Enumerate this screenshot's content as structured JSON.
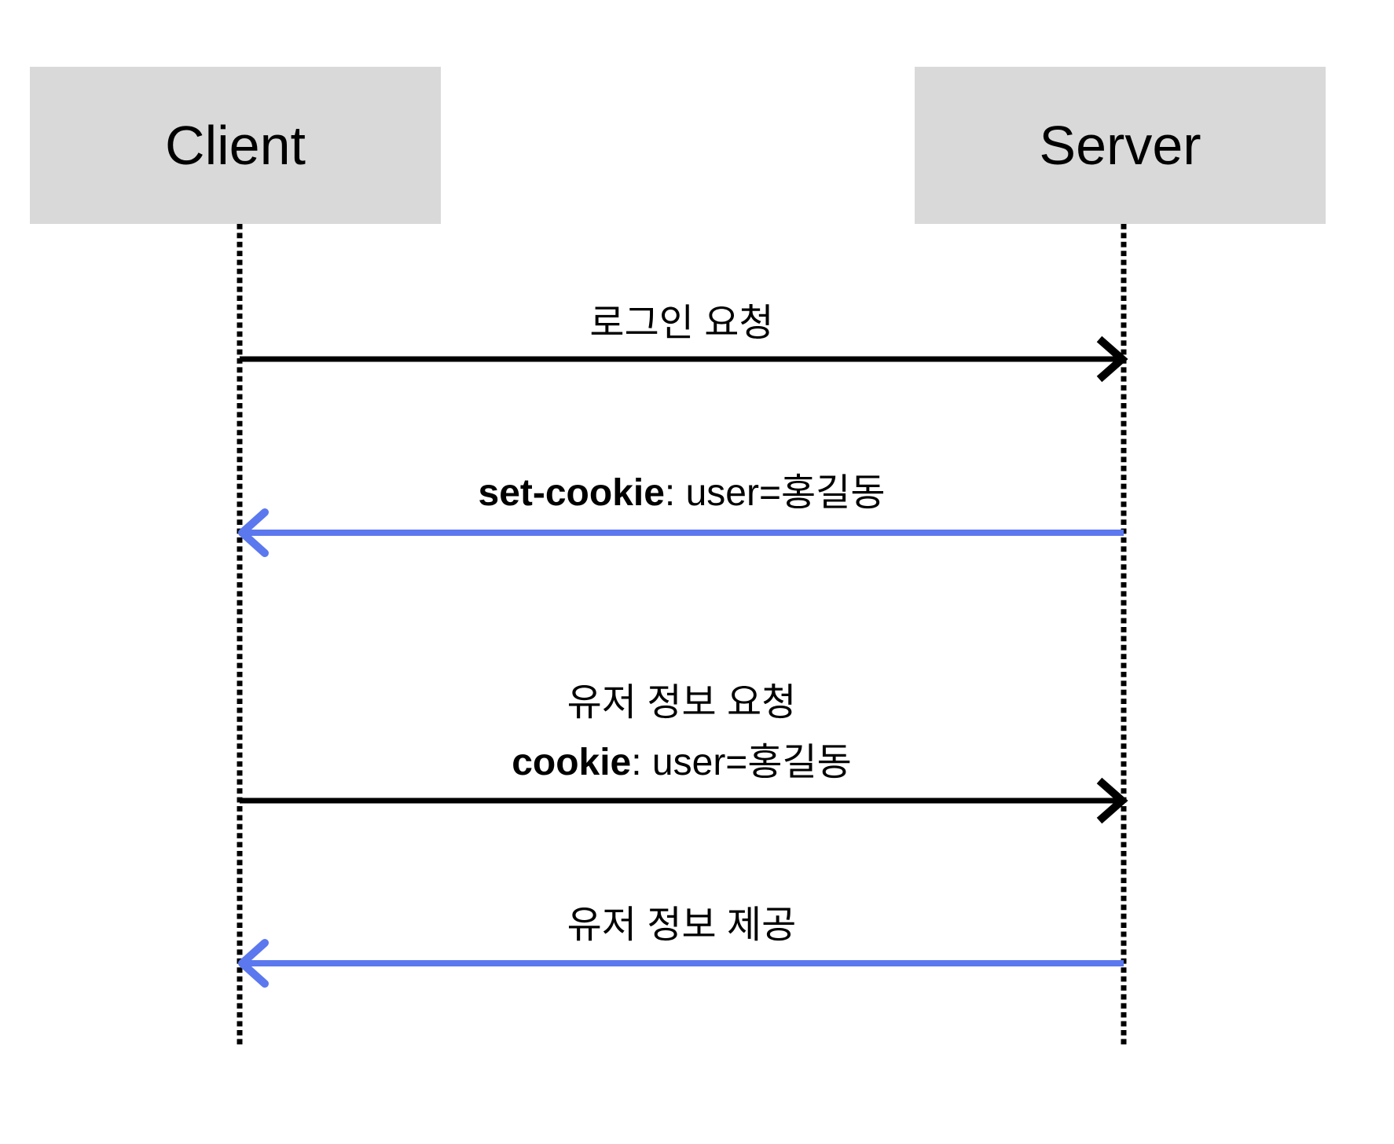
{
  "diagram": {
    "type": "sequence",
    "actors": [
      {
        "id": "client",
        "label": "Client"
      },
      {
        "id": "server",
        "label": "Server"
      }
    ],
    "messages": [
      {
        "text": "로그인 요청",
        "from": "Client",
        "to": "Server",
        "style": "request"
      },
      {
        "bold": "set-cookie",
        "rest": ": user=홍길동",
        "from": "Server",
        "to": "Client",
        "style": "response"
      },
      {
        "line1": "유저 정보 요청",
        "bold": "cookie",
        "rest": ": user=홍길동",
        "from": "Client",
        "to": "Server",
        "style": "request"
      },
      {
        "text": "유저 정보 제공",
        "from": "Server",
        "to": "Client",
        "style": "response"
      }
    ],
    "colors": {
      "actor_bg": "#d9d9d9",
      "request_arrow": "#000000",
      "response_arrow": "#5b78ee",
      "lifeline": "#000000",
      "text": "#000000"
    }
  }
}
